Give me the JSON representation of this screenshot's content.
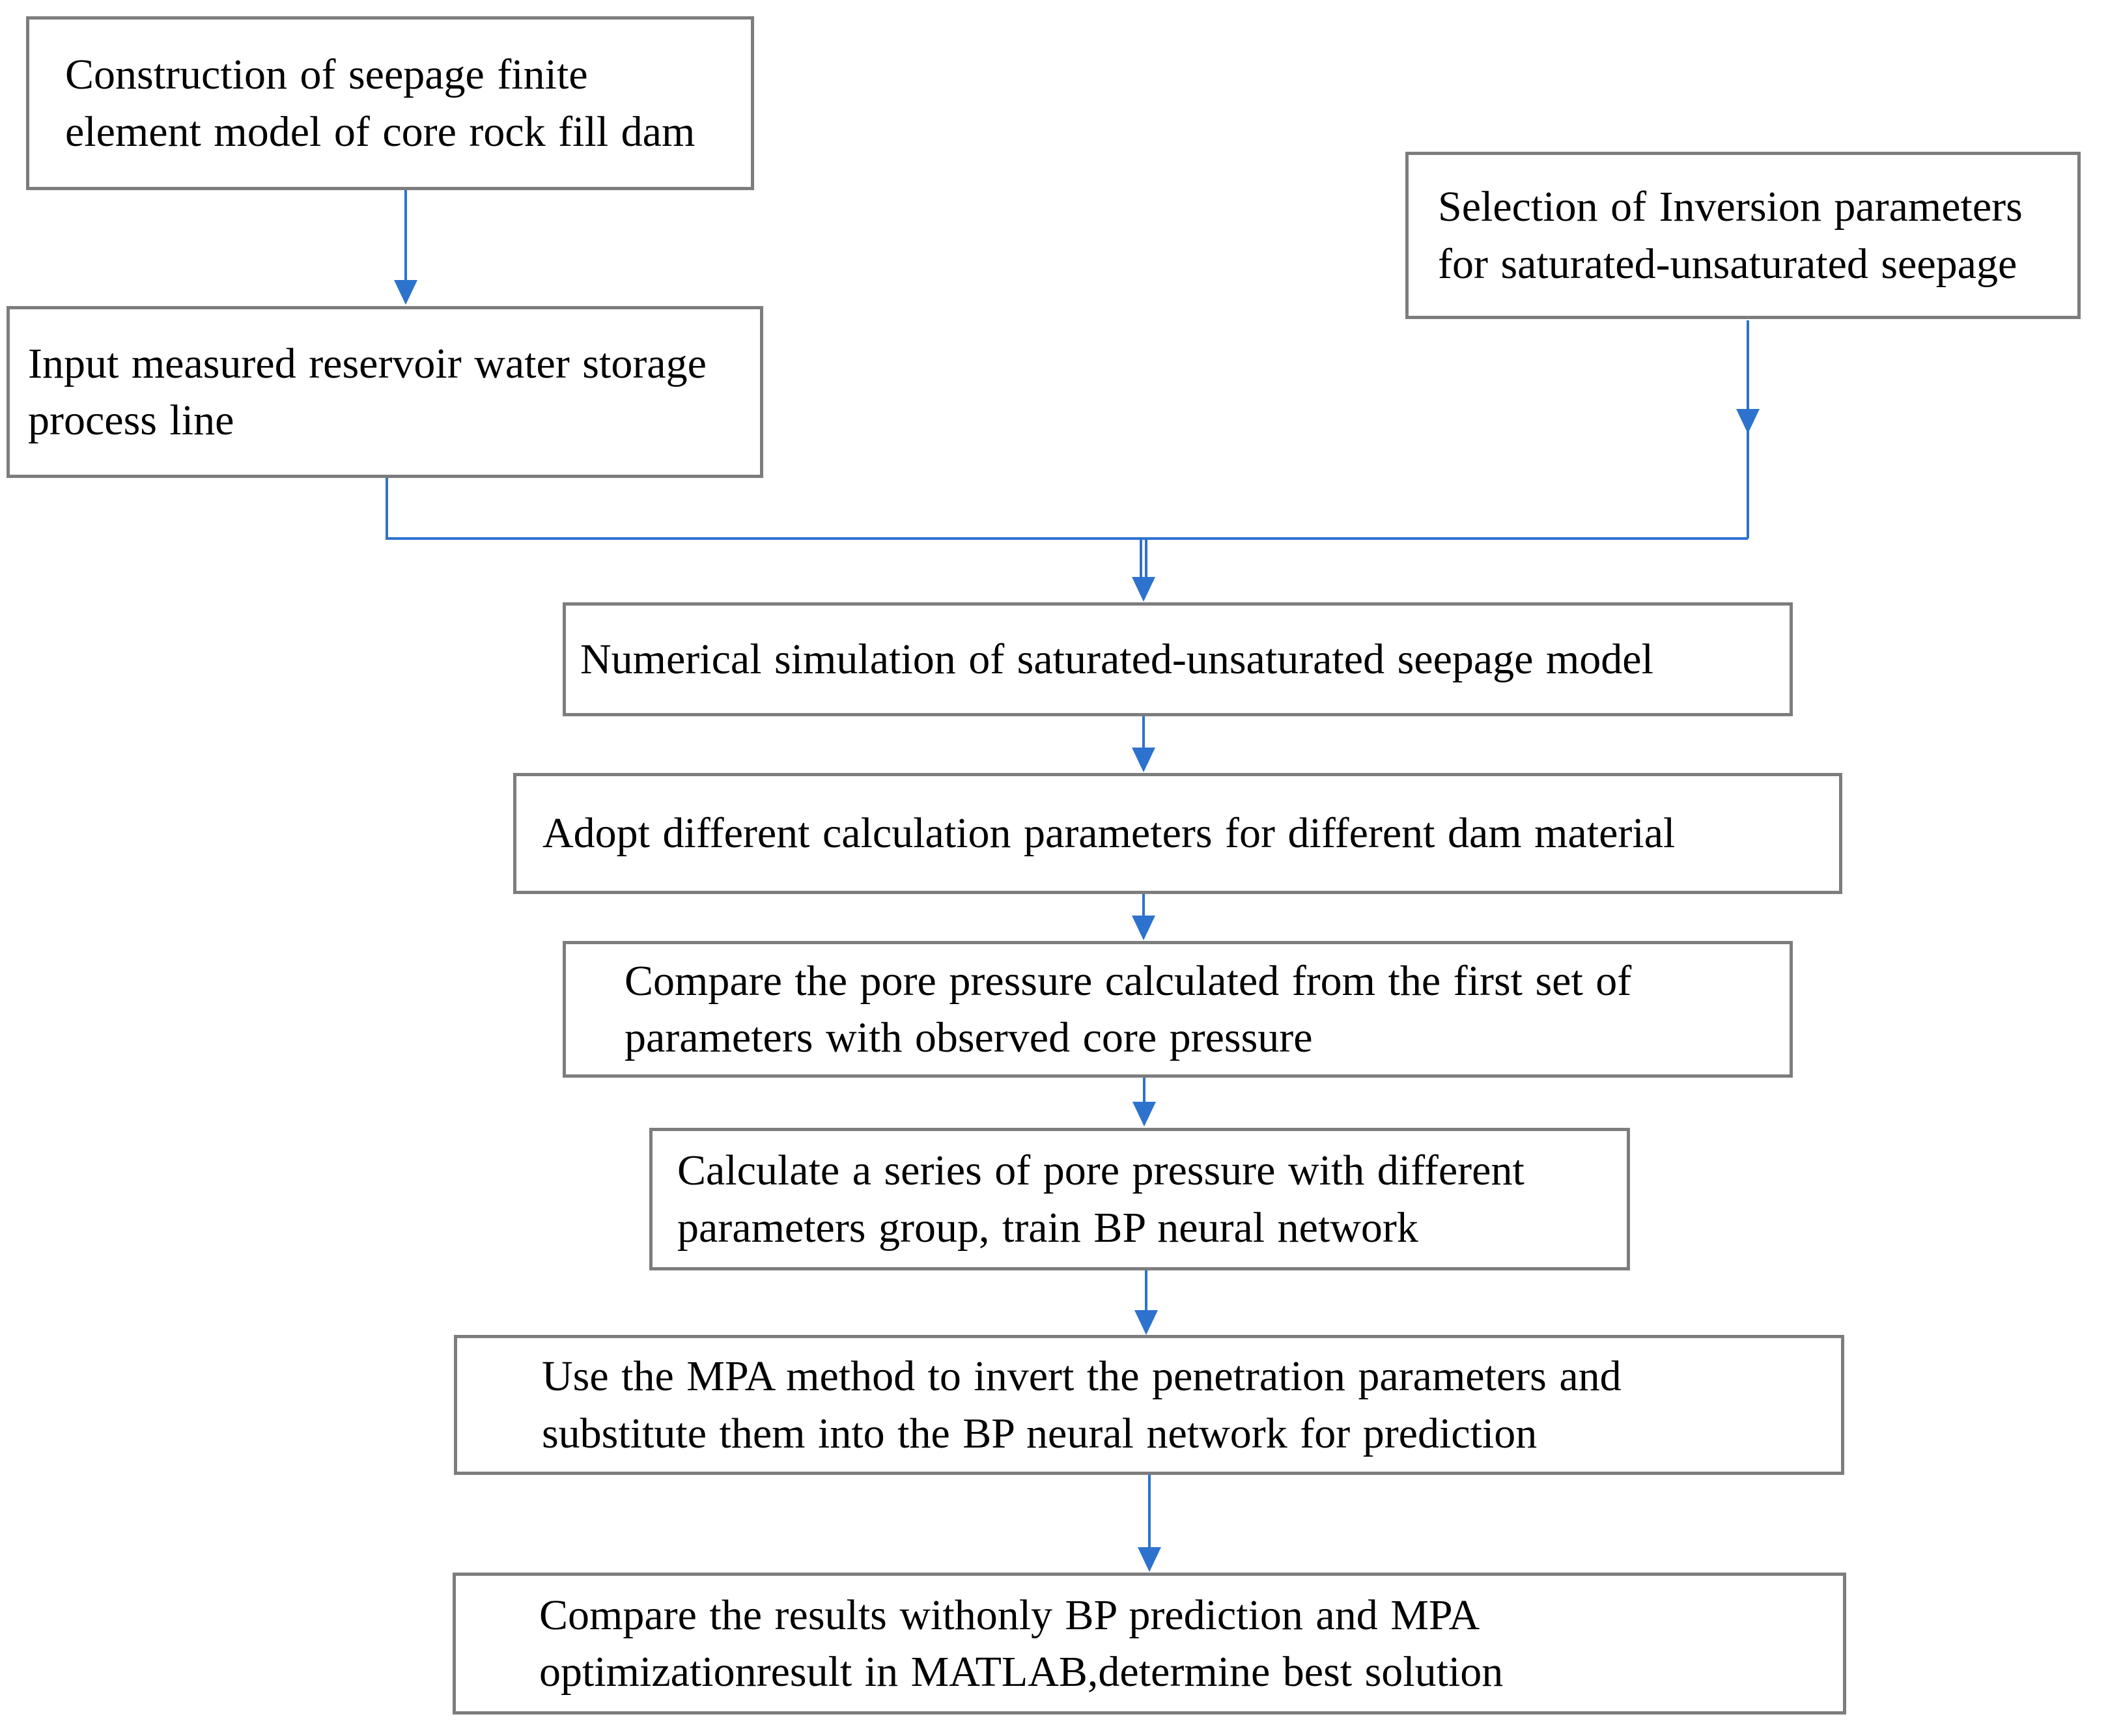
{
  "flowchart": {
    "colors": {
      "arrow": "#2d73cd",
      "border": "#7d7d7d",
      "text": "#000000",
      "background": "#ffffff"
    },
    "nodes": [
      {
        "id": "construction",
        "lines": [
          "Construction of seepage finite",
          "element model of core rock fill dam"
        ]
      },
      {
        "id": "selection-params",
        "lines": [
          "Selection of Inversion parameters",
          "for saturated-unsaturated seepage"
        ]
      },
      {
        "id": "input-storage",
        "lines": [
          "Input measured reservoir water storage",
          "process line"
        ]
      },
      {
        "id": "numerical-simulation",
        "lines": [
          "Numerical simulation of saturated-unsaturated seepage model"
        ]
      },
      {
        "id": "adopt-parameters",
        "lines": [
          "Adopt different calculation parameters for different dam material"
        ]
      },
      {
        "id": "compare-pore-pressure",
        "lines": [
          "Compare the pore pressure calculated from the first set of",
          "parameters with observed core pressure"
        ]
      },
      {
        "id": "calculate-series",
        "lines": [
          "Calculate a series of pore pressure with different",
          "parameters group, train BP neural network"
        ]
      },
      {
        "id": "mpa-inversion",
        "lines": [
          "Use the MPA method to invert the penetration parameters and",
          "substitute them into the BP neural network for prediction"
        ]
      },
      {
        "id": "compare-results",
        "lines": [
          "Compare the results withonly BP prediction and MPA",
          "optimizationresult in MATLAB,determine best solution"
        ]
      }
    ]
  }
}
